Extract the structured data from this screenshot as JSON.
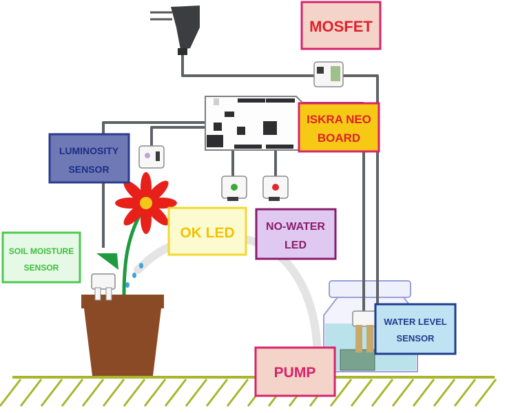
{
  "labels": {
    "mosfet": "MOSFET",
    "board_line1": "ISKRA NEO",
    "board_line2": "BOARD",
    "luminosity_line1": "LUMINOSITY",
    "luminosity_line2": "SENSOR",
    "ok_led": "OK LED",
    "nowater_line1": "NO-WATER",
    "nowater_line2": "LED",
    "soil_line1": "SOIL MOISTURE",
    "soil_line2": "SENSOR",
    "water_level_line1": "WATER LEVEL",
    "water_level_line2": "SENSOR",
    "pump": "PUMP"
  },
  "colors": {
    "wire": "#5f6265",
    "ground": "#a8b62b",
    "pot": "#8b4a26",
    "flower": "#e8201a",
    "water": "#b9e2ea"
  }
}
